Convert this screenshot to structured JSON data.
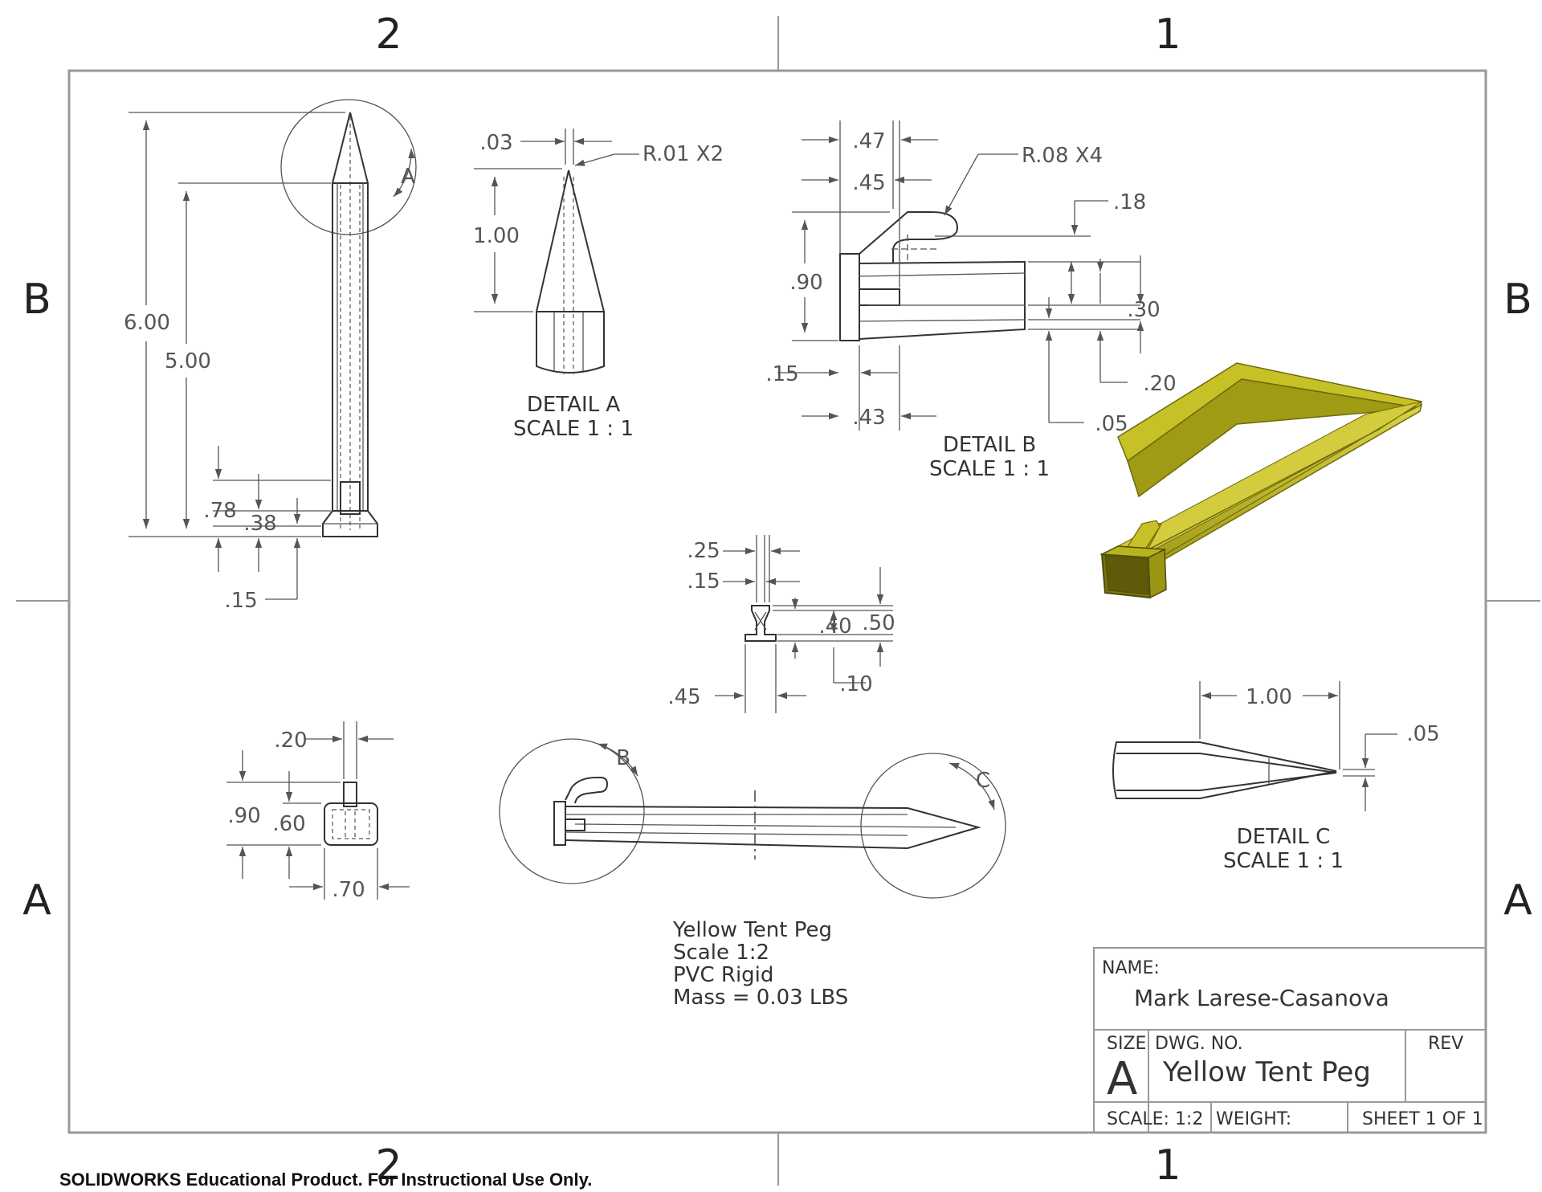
{
  "zones": {
    "top_left": "2",
    "top_right": "1",
    "left_upper": "B",
    "left_lower": "A",
    "right_upper": "B",
    "right_lower": "A",
    "bottom_left": "2",
    "bottom_right": "1"
  },
  "side_view": {
    "d_overall": "6.00",
    "d_shaft": "5.00",
    "d_78": ".78",
    "d_38": ".38",
    "d_15": ".15",
    "callout": "A"
  },
  "detail_a": {
    "d_tip": ".03",
    "d_radius": "R.01 X2",
    "d_len": "1.00",
    "title": "DETAIL A",
    "scale": "SCALE 1 : 1"
  },
  "detail_b": {
    "d_47": ".47",
    "d_45": ".45",
    "d_radius": "R.08 X4",
    "d_18": ".18",
    "d_90": ".90",
    "d_30": ".30",
    "d_15": ".15",
    "d_20": ".20",
    "d_43": ".43",
    "d_05": ".05",
    "title": "DETAIL B",
    "scale": "SCALE 1 : 1"
  },
  "section": {
    "d_25": ".25",
    "d_15": ".15",
    "d_40": ".40",
    "d_50": ".50",
    "d_10": ".10",
    "d_45": ".45"
  },
  "end_view": {
    "d_20": ".20",
    "d_90": ".90",
    "d_60": ".60",
    "d_70": ".70"
  },
  "top_view": {
    "callout_b": "B",
    "callout_c": "C"
  },
  "detail_c": {
    "d_len": "1.00",
    "d_05": ".05",
    "title": "DETAIL C",
    "scale": "SCALE 1 : 1"
  },
  "notes": [
    "Yellow Tent Peg",
    "Scale 1:2",
    "PVC Rigid",
    "Mass = 0.03 LBS"
  ],
  "title_block": {
    "name_label": "NAME:",
    "name": "Mark Larese-Casanova",
    "size_label": "SIZE",
    "size": "A",
    "dwg_label": "DWG. NO.",
    "dwg": "Yellow Tent Peg",
    "rev_label": "REV",
    "scale": "SCALE: 1:2",
    "weight": "WEIGHT:",
    "sheet": "SHEET 1 OF 1"
  },
  "footer": "SOLIDWORKS Educational Product. For Instructional Use Only.",
  "colors": {
    "model_yellow": "#b8b41e",
    "model_dark": "#6e6a0c",
    "border": "#999999"
  }
}
